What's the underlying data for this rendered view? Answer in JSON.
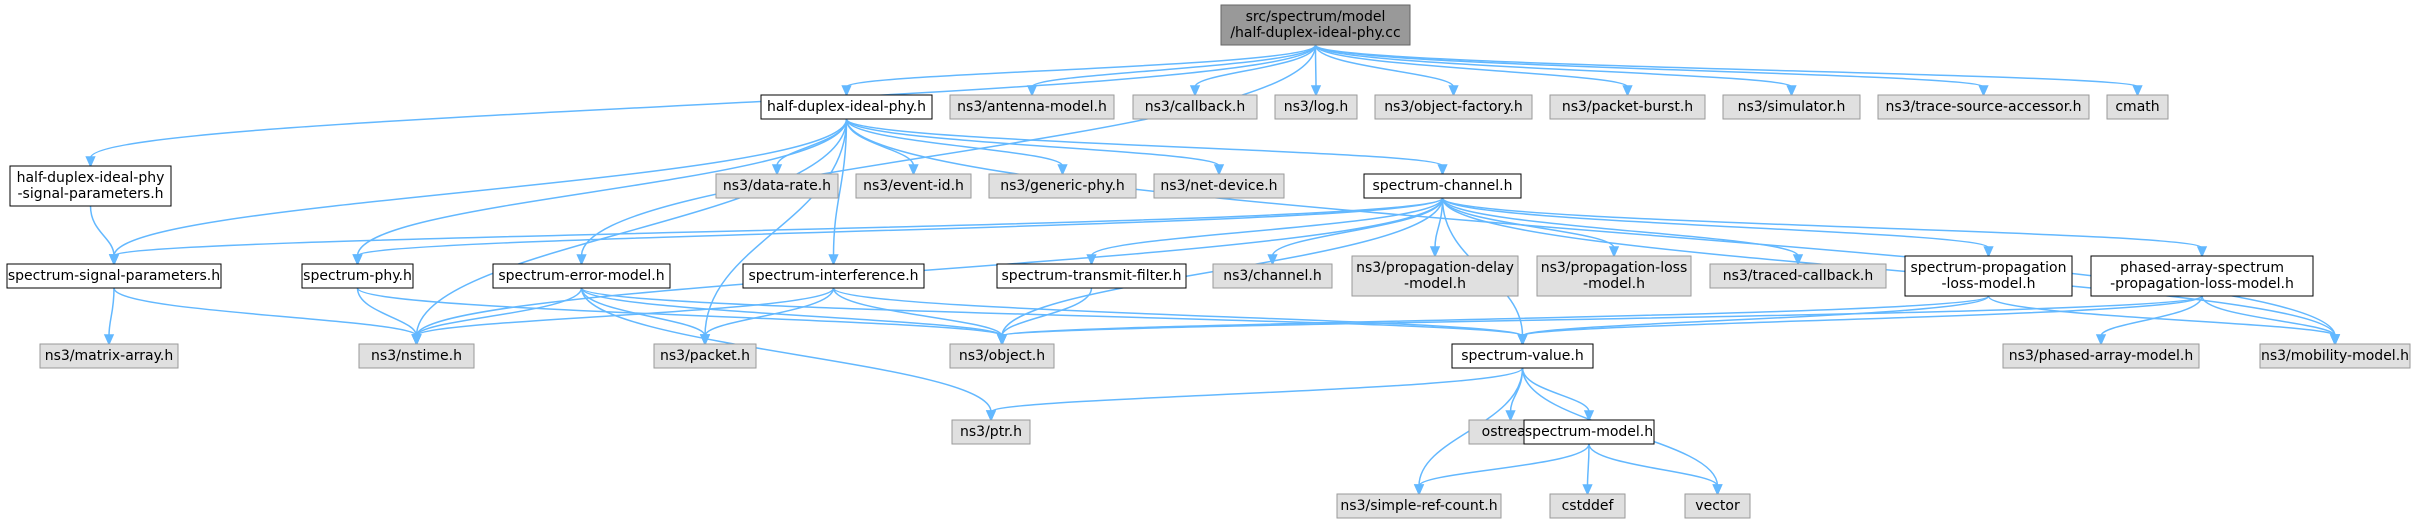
{
  "colors": {
    "edge": "#63b8ff",
    "root_fill": "#999999",
    "root_stroke": "#666666",
    "project_fill": "#ffffff",
    "project_stroke": "#000000",
    "system_fill": "#e0e0e0",
    "system_stroke": "#999999"
  },
  "nodes": [
    {
      "id": "root",
      "kind": "root",
      "lines": [
        "src/spectrum/model",
        "/half-duplex-ideal-phy.cc"
      ]
    },
    {
      "id": "hdip_h",
      "kind": "project",
      "lines": [
        "half-duplex-ideal-phy.h"
      ]
    },
    {
      "id": "antenna",
      "kind": "system",
      "lines": [
        "ns3/antenna-model.h"
      ]
    },
    {
      "id": "callback",
      "kind": "system",
      "lines": [
        "ns3/callback.h"
      ]
    },
    {
      "id": "log",
      "kind": "system",
      "lines": [
        "ns3/log.h"
      ]
    },
    {
      "id": "objfactory",
      "kind": "system",
      "lines": [
        "ns3/object-factory.h"
      ]
    },
    {
      "id": "packetburst",
      "kind": "system",
      "lines": [
        "ns3/packet-burst.h"
      ]
    },
    {
      "id": "simulator",
      "kind": "system",
      "lines": [
        "ns3/simulator.h"
      ]
    },
    {
      "id": "tracesrc",
      "kind": "system",
      "lines": [
        "ns3/trace-source-accessor.h"
      ]
    },
    {
      "id": "cmath",
      "kind": "system",
      "lines": [
        "cmath"
      ]
    },
    {
      "id": "hdip_sp",
      "kind": "project",
      "lines": [
        "half-duplex-ideal-phy",
        "-signal-parameters.h"
      ]
    },
    {
      "id": "datarate",
      "kind": "system",
      "lines": [
        "ns3/data-rate.h"
      ]
    },
    {
      "id": "eventid",
      "kind": "system",
      "lines": [
        "ns3/event-id.h"
      ]
    },
    {
      "id": "genericphy",
      "kind": "system",
      "lines": [
        "ns3/generic-phy.h"
      ]
    },
    {
      "id": "netdevice",
      "kind": "system",
      "lines": [
        "ns3/net-device.h"
      ]
    },
    {
      "id": "specchan",
      "kind": "project",
      "lines": [
        "spectrum-channel.h"
      ]
    },
    {
      "id": "sigparams",
      "kind": "project",
      "lines": [
        "spectrum-signal-parameters.h"
      ]
    },
    {
      "id": "specphy",
      "kind": "project",
      "lines": [
        "spectrum-phy.h"
      ]
    },
    {
      "id": "errmodel",
      "kind": "project",
      "lines": [
        "spectrum-error-model.h"
      ]
    },
    {
      "id": "interf",
      "kind": "project",
      "lines": [
        "spectrum-interference.h"
      ]
    },
    {
      "id": "txfilter",
      "kind": "project",
      "lines": [
        "spectrum-transmit-filter.h"
      ]
    },
    {
      "id": "channel",
      "kind": "system",
      "lines": [
        "ns3/channel.h"
      ]
    },
    {
      "id": "propdelay",
      "kind": "system",
      "lines": [
        "ns3/propagation-delay",
        "-model.h"
      ]
    },
    {
      "id": "proploss",
      "kind": "system",
      "lines": [
        "ns3/propagation-loss",
        "-model.h"
      ]
    },
    {
      "id": "tracedcb",
      "kind": "system",
      "lines": [
        "ns3/traced-callback.h"
      ]
    },
    {
      "id": "specprop",
      "kind": "project",
      "lines": [
        "spectrum-propagation",
        "-loss-model.h"
      ]
    },
    {
      "id": "phasedprop",
      "kind": "project",
      "lines": [
        "phased-array-spectrum",
        "-propagation-loss-model.h"
      ]
    },
    {
      "id": "matrix",
      "kind": "system",
      "lines": [
        "ns3/matrix-array.h"
      ]
    },
    {
      "id": "nstime",
      "kind": "system",
      "lines": [
        "ns3/nstime.h"
      ]
    },
    {
      "id": "packet",
      "kind": "system",
      "lines": [
        "ns3/packet.h"
      ]
    },
    {
      "id": "object",
      "kind": "system",
      "lines": [
        "ns3/object.h"
      ]
    },
    {
      "id": "specvalue",
      "kind": "project",
      "lines": [
        "spectrum-value.h"
      ]
    },
    {
      "id": "phasedarr",
      "kind": "system",
      "lines": [
        "ns3/phased-array-model.h"
      ]
    },
    {
      "id": "mobility",
      "kind": "system",
      "lines": [
        "ns3/mobility-model.h"
      ]
    },
    {
      "id": "ptr",
      "kind": "system",
      "lines": [
        "ns3/ptr.h"
      ]
    },
    {
      "id": "ostream",
      "kind": "system",
      "lines": [
        "ostream"
      ]
    },
    {
      "id": "specmodel",
      "kind": "project",
      "lines": [
        "spectrum-model.h"
      ]
    },
    {
      "id": "simpleref",
      "kind": "system",
      "lines": [
        "ns3/simple-ref-count.h"
      ]
    },
    {
      "id": "cstddef",
      "kind": "system",
      "lines": [
        "cstddef"
      ]
    },
    {
      "id": "vector",
      "kind": "system",
      "lines": [
        "vector"
      ]
    }
  ],
  "edges": [
    [
      "root",
      "hdip_h"
    ],
    [
      "root",
      "antenna"
    ],
    [
      "root",
      "callback"
    ],
    [
      "root",
      "log"
    ],
    [
      "root",
      "objfactory"
    ],
    [
      "root",
      "packetburst"
    ],
    [
      "root",
      "simulator"
    ],
    [
      "root",
      "tracesrc"
    ],
    [
      "root",
      "cmath"
    ],
    [
      "root",
      "hdip_sp"
    ],
    [
      "root",
      "errmodel"
    ],
    [
      "hdip_h",
      "datarate"
    ],
    [
      "hdip_h",
      "eventid"
    ],
    [
      "hdip_h",
      "genericphy"
    ],
    [
      "hdip_h",
      "netdevice"
    ],
    [
      "hdip_h",
      "specchan"
    ],
    [
      "hdip_h",
      "sigparams"
    ],
    [
      "hdip_h",
      "specphy"
    ],
    [
      "hdip_h",
      "nstime"
    ],
    [
      "hdip_h",
      "packet"
    ],
    [
      "hdip_h",
      "mobility"
    ],
    [
      "hdip_h",
      "interf"
    ],
    [
      "hdip_sp",
      "sigparams"
    ],
    [
      "sigparams",
      "matrix"
    ],
    [
      "sigparams",
      "nstime"
    ],
    [
      "specphy",
      "nstime"
    ],
    [
      "specphy",
      "object"
    ],
    [
      "errmodel",
      "nstime"
    ],
    [
      "errmodel",
      "packet"
    ],
    [
      "errmodel",
      "object"
    ],
    [
      "errmodel",
      "specvalue"
    ],
    [
      "errmodel",
      "ptr"
    ],
    [
      "interf",
      "nstime"
    ],
    [
      "interf",
      "packet"
    ],
    [
      "interf",
      "object"
    ],
    [
      "interf",
      "specvalue"
    ],
    [
      "txfilter",
      "object"
    ],
    [
      "specchan",
      "channel"
    ],
    [
      "specchan",
      "propdelay"
    ],
    [
      "specchan",
      "proploss"
    ],
    [
      "specchan",
      "tracedcb"
    ],
    [
      "specchan",
      "specprop"
    ],
    [
      "specchan",
      "phasedprop"
    ],
    [
      "specchan",
      "sigparams"
    ],
    [
      "specchan",
      "specphy"
    ],
    [
      "specchan",
      "txfilter"
    ],
    [
      "specchan",
      "object"
    ],
    [
      "specchan",
      "nstime"
    ],
    [
      "specchan",
      "mobility"
    ],
    [
      "specchan",
      "specvalue"
    ],
    [
      "specprop",
      "object"
    ],
    [
      "specprop",
      "specvalue"
    ],
    [
      "specprop",
      "mobility"
    ],
    [
      "phasedprop",
      "object"
    ],
    [
      "phasedprop",
      "specvalue"
    ],
    [
      "phasedprop",
      "phasedarr"
    ],
    [
      "phasedprop",
      "mobility"
    ],
    [
      "specvalue",
      "ptr"
    ],
    [
      "specvalue",
      "ostream"
    ],
    [
      "specvalue",
      "specmodel"
    ],
    [
      "specvalue",
      "simpleref"
    ],
    [
      "specvalue",
      "vector"
    ],
    [
      "specmodel",
      "simpleref"
    ],
    [
      "specmodel",
      "cstddef"
    ],
    [
      "specmodel",
      "vector"
    ]
  ]
}
